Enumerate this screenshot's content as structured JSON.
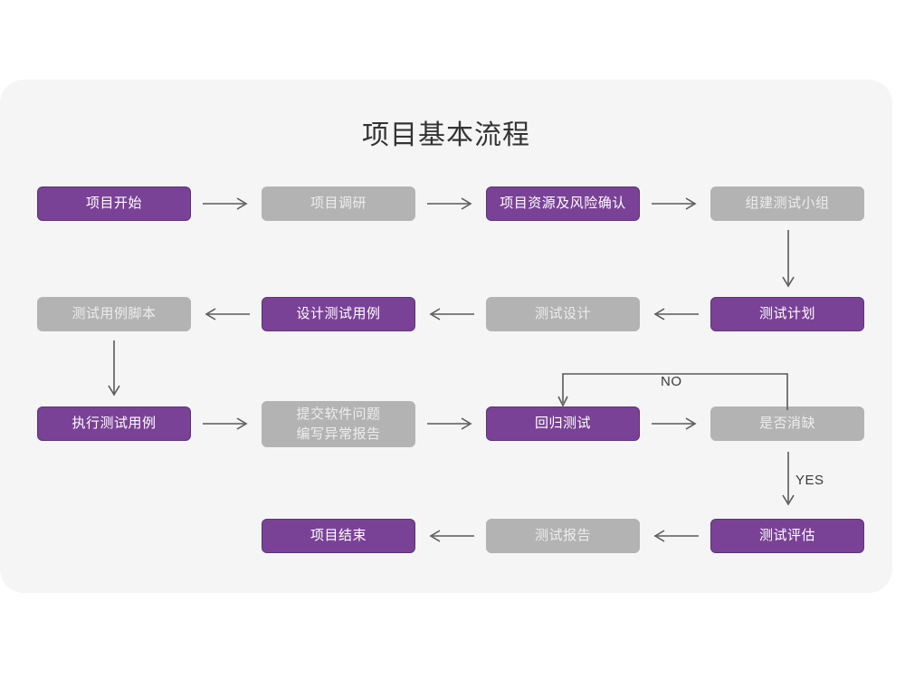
{
  "page": {
    "title": "项目基本流程",
    "background_color": "#ffffff",
    "card_color": "#f5f5f5"
  },
  "theme": {
    "purple": "#7a4296",
    "purple_border": "#5e3277",
    "gray": "#b3b3b3",
    "gray_text": "#ededed",
    "arrow_color": "#5a5a5a",
    "title_color": "#333333"
  },
  "flow": {
    "nodes": [
      {
        "id": "n1",
        "label": "项目开始",
        "style": "purple",
        "row": 1,
        "col": 1
      },
      {
        "id": "n2",
        "label": "项目调研",
        "style": "gray",
        "row": 1,
        "col": 2
      },
      {
        "id": "n3",
        "label": "项目资源及风险确认",
        "style": "purple",
        "row": 1,
        "col": 3
      },
      {
        "id": "n4",
        "label": "组建测试小组",
        "style": "gray",
        "row": 1,
        "col": 4
      },
      {
        "id": "n5",
        "label": "测试用例脚本",
        "style": "gray",
        "row": 2,
        "col": 1
      },
      {
        "id": "n6",
        "label": "设计测试用例",
        "style": "purple",
        "row": 2,
        "col": 2
      },
      {
        "id": "n7",
        "label": "测试设计",
        "style": "gray",
        "row": 2,
        "col": 3
      },
      {
        "id": "n8",
        "label": "测试计划",
        "style": "purple",
        "row": 2,
        "col": 4
      },
      {
        "id": "n9",
        "label": "执行测试用例",
        "style": "purple",
        "row": 3,
        "col": 1
      },
      {
        "id": "n10",
        "label": "提交软件问题\n编写异常报告",
        "style": "gray",
        "row": 3,
        "col": 2
      },
      {
        "id": "n11",
        "label": "回归测试",
        "style": "purple",
        "row": 3,
        "col": 3
      },
      {
        "id": "n12",
        "label": "是否消缺",
        "style": "gray",
        "row": 3,
        "col": 4
      },
      {
        "id": "n13",
        "label": "项目结束",
        "style": "purple",
        "row": 4,
        "col": 2
      },
      {
        "id": "n14",
        "label": "测试报告",
        "style": "gray",
        "row": 4,
        "col": 3
      },
      {
        "id": "n15",
        "label": "测试评估",
        "style": "purple",
        "row": 4,
        "col": 4
      }
    ],
    "edges": [
      {
        "from": "n1",
        "to": "n2",
        "direction": "right",
        "label": ""
      },
      {
        "from": "n2",
        "to": "n3",
        "direction": "right",
        "label": ""
      },
      {
        "from": "n3",
        "to": "n4",
        "direction": "right",
        "label": ""
      },
      {
        "from": "n4",
        "to": "n8",
        "direction": "down",
        "label": ""
      },
      {
        "from": "n8",
        "to": "n7",
        "direction": "left",
        "label": ""
      },
      {
        "from": "n7",
        "to": "n6",
        "direction": "left",
        "label": ""
      },
      {
        "from": "n6",
        "to": "n5",
        "direction": "left",
        "label": ""
      },
      {
        "from": "n5",
        "to": "n9",
        "direction": "down",
        "label": ""
      },
      {
        "from": "n9",
        "to": "n10",
        "direction": "right",
        "label": ""
      },
      {
        "from": "n10",
        "to": "n11",
        "direction": "right",
        "label": ""
      },
      {
        "from": "n11",
        "to": "n12",
        "direction": "right",
        "label": ""
      },
      {
        "from": "n12",
        "to": "n11",
        "direction": "loop-up-left",
        "label": "NO"
      },
      {
        "from": "n12",
        "to": "n15",
        "direction": "down",
        "label": "YES"
      },
      {
        "from": "n15",
        "to": "n14",
        "direction": "left",
        "label": ""
      },
      {
        "from": "n14",
        "to": "n13",
        "direction": "left",
        "label": ""
      }
    ],
    "edge_labels": {
      "no": "NO",
      "yes": "YES"
    }
  }
}
